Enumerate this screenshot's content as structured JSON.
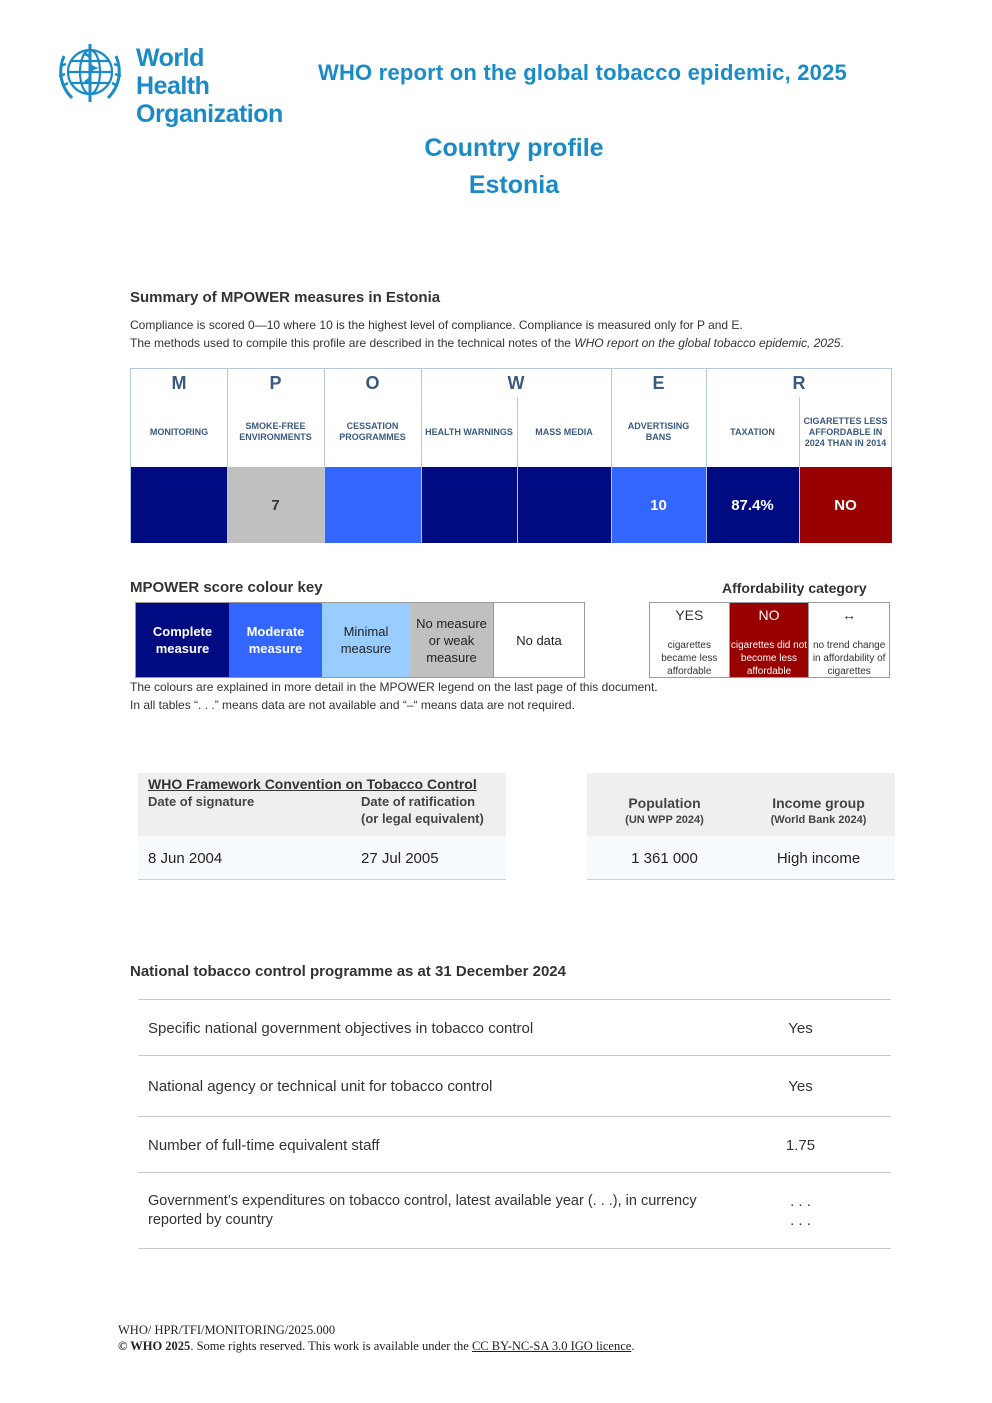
{
  "header": {
    "org_name_line1": "World Health",
    "org_name_line2": "Organization",
    "report_title": "WHO report on the global tobacco epidemic, 2025"
  },
  "profile": {
    "title": "Country profile",
    "country": "Estonia"
  },
  "summary": {
    "title": "Summary of MPOWER measures in Estonia",
    "note1": "Compliance is scored 0—10 where 10 is the highest level of compliance. Compliance is measured only for P and E.",
    "note2_prefix": "The methods used to compile this profile are described in the technical notes of the ",
    "note2_italic": "WHO report on the global tobacco epidemic, 2025",
    "note2_suffix": "."
  },
  "mpower": {
    "letters": [
      "M",
      "P",
      "O",
      "W",
      "E",
      "R"
    ],
    "columns": [
      {
        "label": "MONITORING",
        "value": "",
        "color": "#000b82",
        "text_color": "#ffffff"
      },
      {
        "label": "SMOKE-FREE ENVIRONMENTS",
        "value": "7",
        "color": "#c0c0c0",
        "text_color": "#333333"
      },
      {
        "label": "CESSATION PROGRAMMES",
        "value": "",
        "color": "#3366ff",
        "text_color": "#ffffff"
      },
      {
        "label": "HEALTH WARNINGS",
        "value": "",
        "color": "#000b82",
        "text_color": "#ffffff"
      },
      {
        "label": "MASS MEDIA",
        "value": "",
        "color": "#000b82",
        "text_color": "#ffffff"
      },
      {
        "label": "ADVERTISING BANS",
        "value": "10",
        "color": "#3366ff",
        "text_color": "#ffffff"
      },
      {
        "label": "TAXATION",
        "value": "87.4%",
        "color": "#000b82",
        "text_color": "#ffffff"
      },
      {
        "label": "CIGARETTES LESS AFFORDABLE IN 2024 THAN IN 2014",
        "value": "NO",
        "color": "#990000",
        "text_color": "#ffffff"
      }
    ]
  },
  "key": {
    "title": "MPOWER score colour key",
    "items": [
      {
        "label": "Complete measure",
        "color": "#000b82",
        "text_color": "#ffffff"
      },
      {
        "label": "Moderate measure",
        "color": "#3366ff",
        "text_color": "#ffffff"
      },
      {
        "label": "Minimal measure",
        "color": "#99ccff",
        "text_color": "#222222"
      },
      {
        "label": "No measure or weak measure",
        "color": "#c0c0c0",
        "text_color": "#222222"
      },
      {
        "label": "No data",
        "color": "#ffffff",
        "text_color": "#222222"
      }
    ],
    "note1": "The colours are explained in more detail in the MPOWER legend on the last page of this document.",
    "note2": "In all tables “. . .” means data are not available and “–“ means data are not required."
  },
  "affordability": {
    "title": "Affordability category",
    "items": [
      {
        "head": "YES",
        "text": "cigarettes became less affordable",
        "color": "#ffffff",
        "text_color": "#333333"
      },
      {
        "head": "NO",
        "text": "cigarettes did not become less affordable",
        "color": "#990000",
        "text_color": "#ffffff"
      },
      {
        "head": "↔",
        "text": "no trend change in affordability of cigarettes",
        "color": "#ffffff",
        "text_color": "#333333"
      }
    ]
  },
  "fctc": {
    "title": "WHO Framework Convention on Tobacco Control",
    "col1_header": "Date of signature",
    "col2_header_line1": "Date of ratification",
    "col2_header_line2": "(or legal equivalent)",
    "signature": "8 Jun 2004",
    "ratification": "27 Jul 2005"
  },
  "population": {
    "header": "Population",
    "sub": "(UN WPP 2024)",
    "value": "1 361 000",
    "income_header": "Income group",
    "income_sub": "(World Bank 2024)",
    "income_value": "High income"
  },
  "ntcp": {
    "title": "National tobacco control programme as at 31 December 2024",
    "rows": [
      {
        "question": "Specific national government objectives in tobacco control",
        "answer": "Yes"
      },
      {
        "question": "National agency or technical unit for tobacco control",
        "answer": "Yes"
      },
      {
        "question": "Number of full-time equivalent staff",
        "answer": "1.75"
      },
      {
        "question_line1": "Government’s expenditures on tobacco control, latest available year (. . .), in currency",
        "question_line2": "reported by country",
        "answer_line1": ". . .",
        "answer_line2": ". . ."
      }
    ]
  },
  "footer": {
    "code": "WHO/ HPR/TFI/MONITORING/2025.000",
    "copyright_bold": "© WHO 2025",
    "copyright_text": ". Some rights reserved. This work is available under the ",
    "licence_link": "CC BY-NC-SA 3.0 IGO licence",
    "end": "."
  }
}
